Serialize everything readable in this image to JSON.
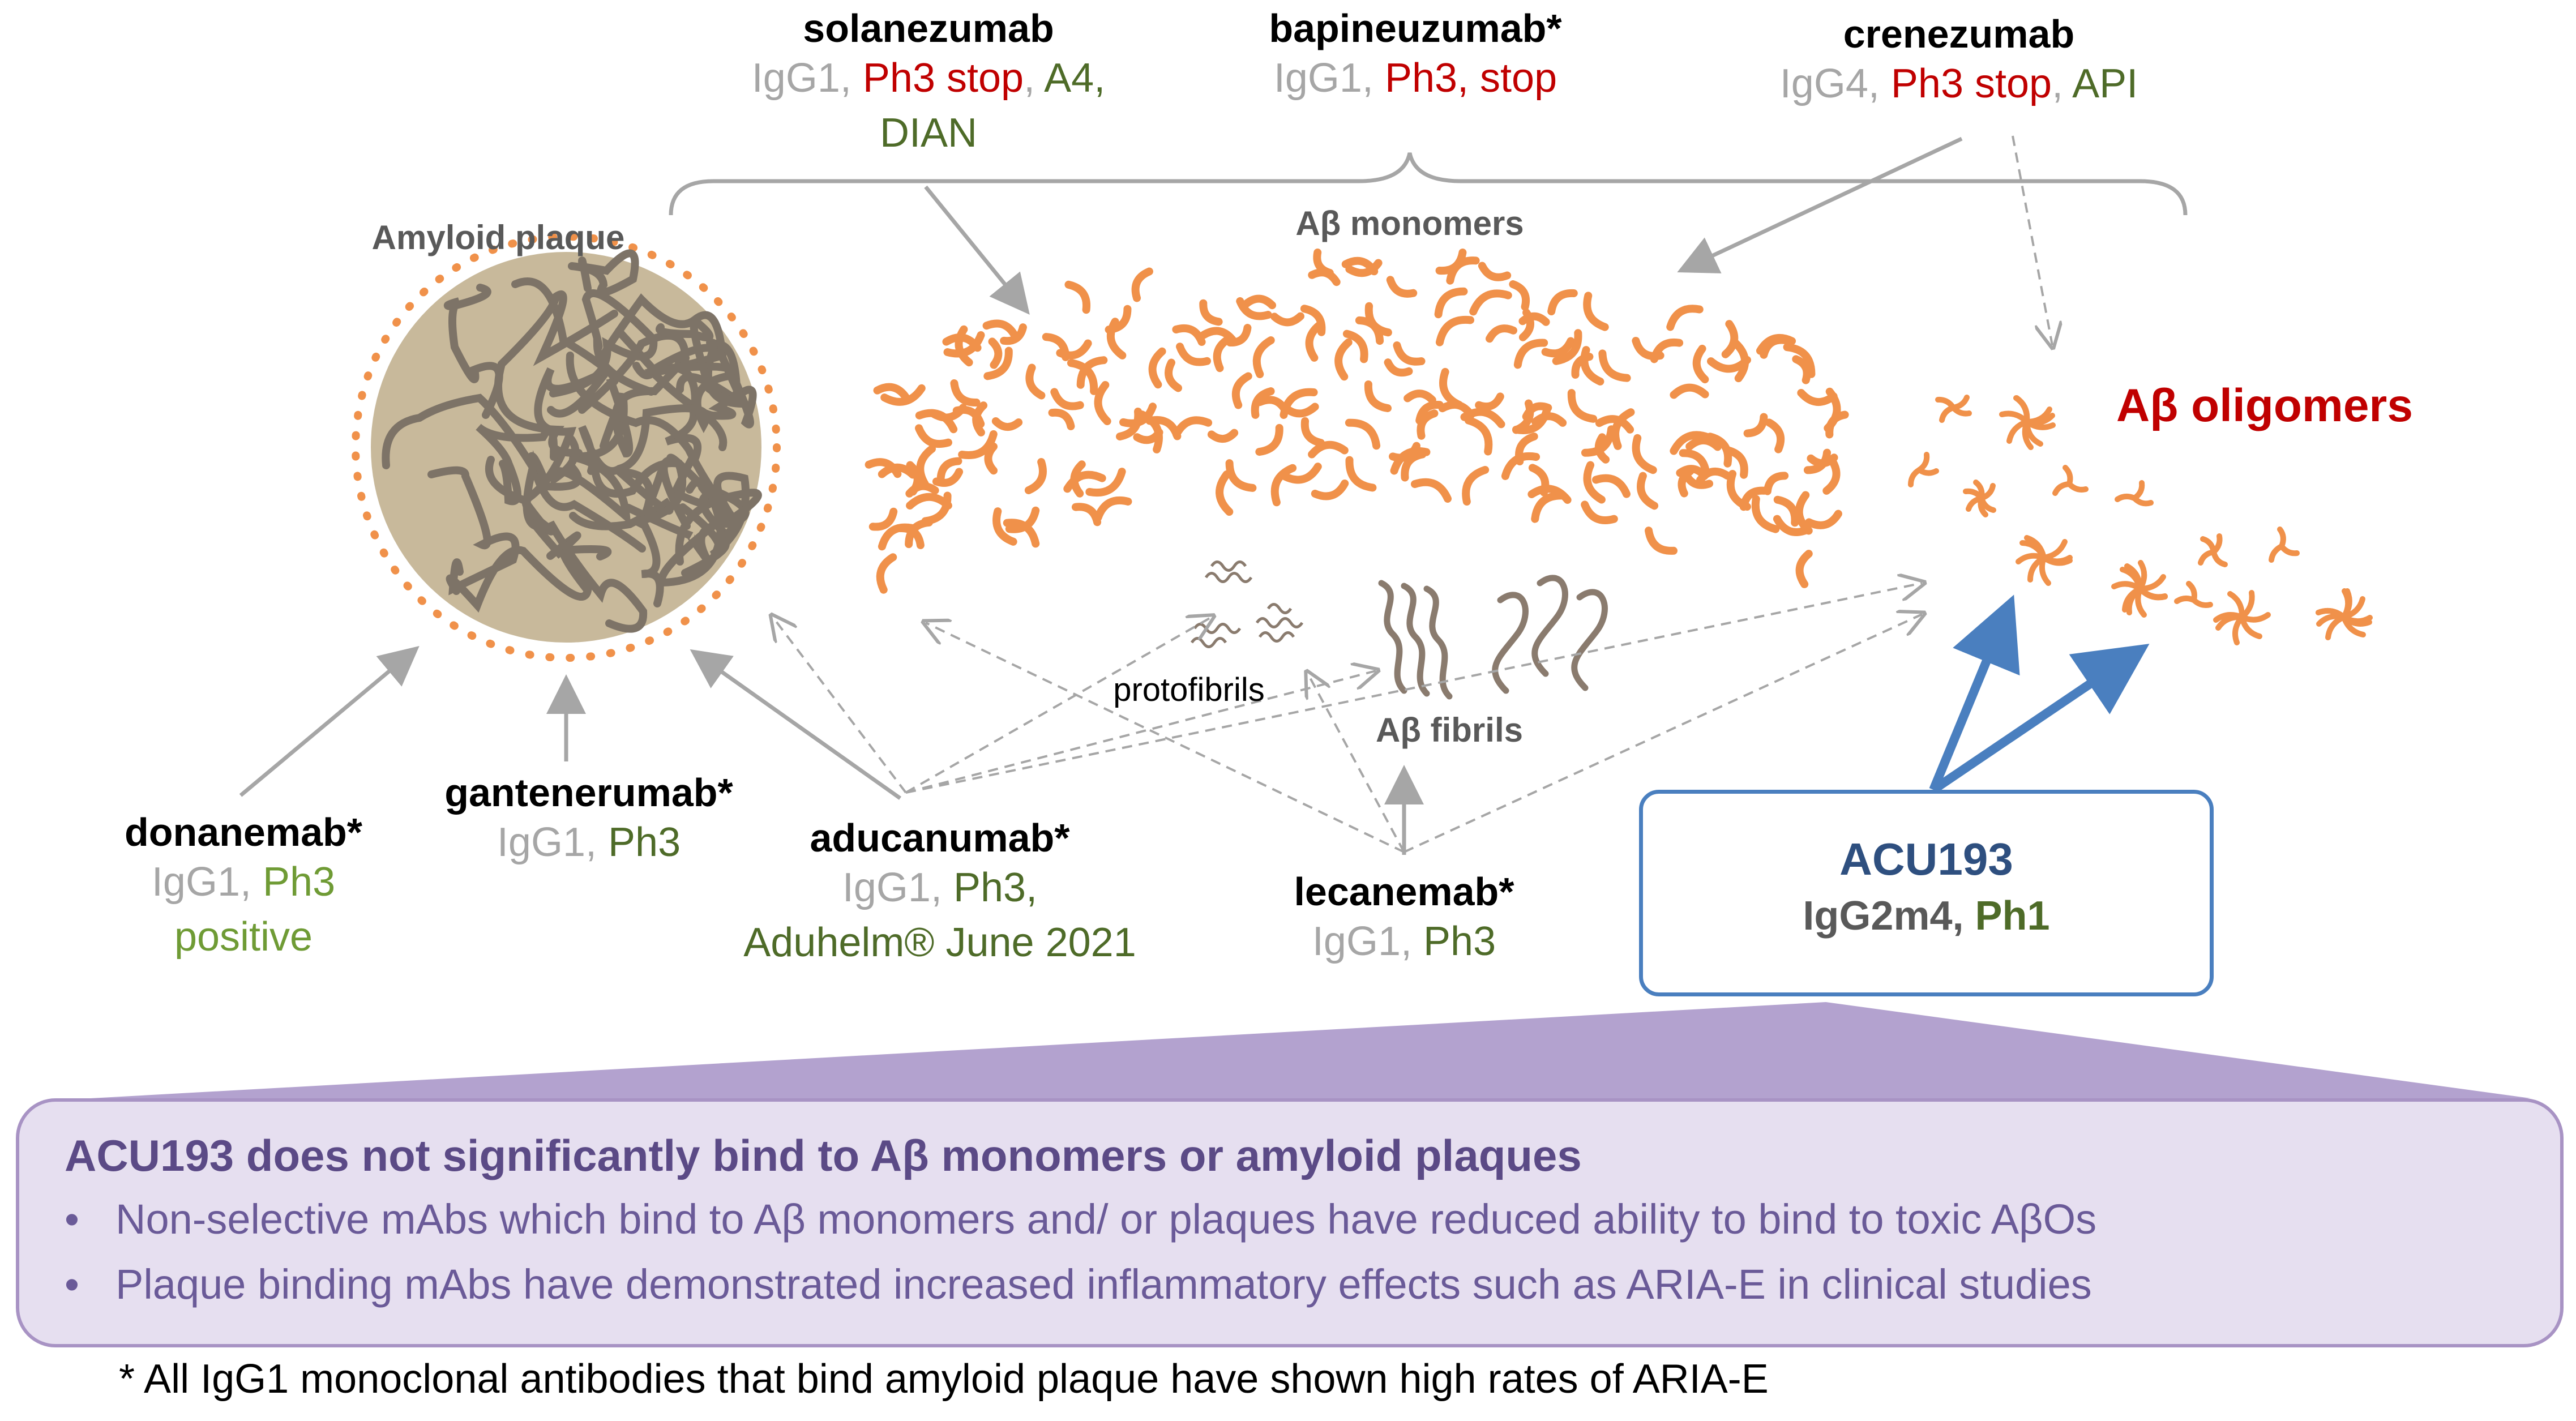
{
  "antibodies": {
    "solanezumab": {
      "name": "solanezumab",
      "isotype": "IgG1, ",
      "status": "Ph3 stop",
      "sep": ", ",
      "trials1": "A4,",
      "trials2": "DIAN"
    },
    "bapineuzumab": {
      "name": "bapineuzumab*",
      "isotype": "IgG1, ",
      "status": "Ph3, stop"
    },
    "crenezumab": {
      "name": "crenezumab",
      "isotype": "IgG4, ",
      "status": "Ph3 stop",
      "sep": ", ",
      "trial": "API"
    },
    "donanemab": {
      "name": "donanemab*",
      "isotype": "IgG1, ",
      "phase": "Ph3",
      "result": "positive"
    },
    "gantenerumab": {
      "name": "gantenerumab*",
      "isotype": "IgG1, ",
      "phase": "Ph3"
    },
    "aducanumab": {
      "name": "aducanumab*",
      "isotype": "IgG1, ",
      "phase": "Ph3,",
      "approval": "Aduhelm® June 2021"
    },
    "lecanemab": {
      "name": "lecanemab*",
      "isotype": "IgG1, ",
      "phase": "Ph3"
    },
    "acu193": {
      "name": "ACU193",
      "isotype": "IgG2m4, ",
      "phase": "Ph1"
    }
  },
  "labels": {
    "amyloid_plaque": "Amyloid plaque",
    "ab_monomers": "Aβ monomers",
    "protofibrils": "protofibrils",
    "ab_fibrils": "Aβ fibrils",
    "ab_oligomers": "Aβ oligomers"
  },
  "panel": {
    "title": "ACU193 does not significantly bind to Aβ monomers or amyloid plaques",
    "bullets": [
      "Non-selective mAbs which bind to Aβ monomers and/ or plaques have reduced ability to bind to toxic AβOs",
      "Plaque binding mAbs have demonstrated increased inflammatory effects such as ARIA-E in clinical studies"
    ],
    "bullet_symbol": "•"
  },
  "footnote": "* All IgG1 monoclonal antibodies that bind amyloid plaque have shown high rates of ARIA-E",
  "colors": {
    "orange": "#f0914a",
    "plaque_fill": "#c8b99b",
    "fibril": "#8a7b6e",
    "arrow_gray": "#a6a6a6",
    "arrow_blue": "#4a7fbf",
    "panel_fill": "#e6dff0",
    "panel_border": "#a893c4",
    "status_red": "#c00000",
    "trial_green": "#4e6b28"
  }
}
